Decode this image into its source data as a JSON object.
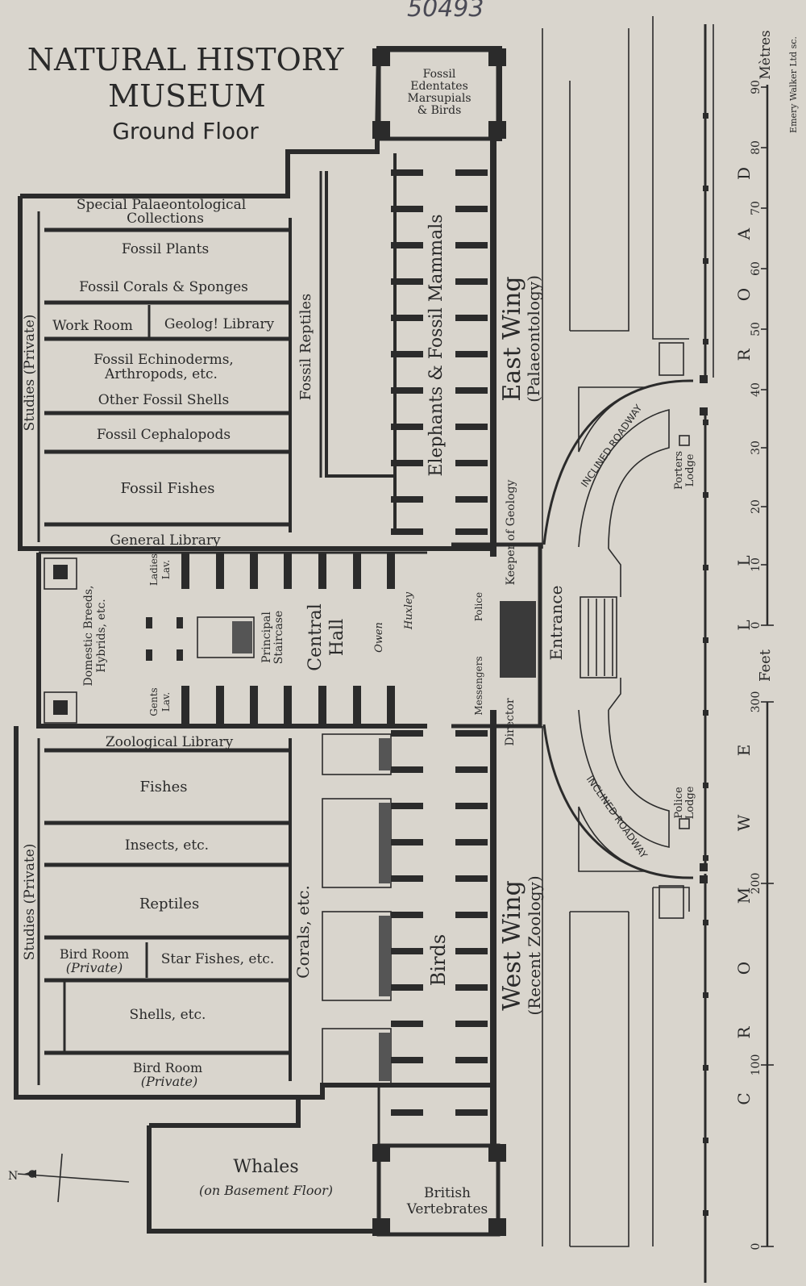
{
  "title": {
    "line1": "NATURAL HISTORY",
    "line2": "MUSEUM",
    "subtitle": "Ground Floor"
  },
  "annotations": {
    "catalogue_number": "50493",
    "engraver": "Emery Walker Ltd sc."
  },
  "rooms": {
    "fossil_edentates": [
      "Fossil",
      "Edentates",
      "Marsupials",
      "& Birds"
    ],
    "special_palaeo": [
      "Special Palaeontological",
      "Collections"
    ],
    "fossil_plants": "Fossil Plants",
    "fossil_corals": "Fossil Corals & Sponges",
    "work_room": "Work Room",
    "geolog_library": "Geolog! Library",
    "fossil_echinoderms": [
      "Fossil Echinoderms,",
      "Arthropods, etc."
    ],
    "other_fossil_shells": "Other Fossil Shells",
    "fossil_cephalopods": "Fossil Cephalopods",
    "fossil_fishes": "Fossil Fishes",
    "general_library": "General Library",
    "fossil_reptiles": "Fossil Reptiles",
    "elephants": "Elephants & Fossil Mammals",
    "east_wing": "East Wing",
    "east_wing_sub": "(Palaeontology)",
    "studies_private": "Studies (Private)",
    "ladies_lav": [
      "Ladies",
      "Lav."
    ],
    "gents_lav": [
      "Gents",
      "Lav."
    ],
    "domestic_breeds": [
      "Domestic Breeds,",
      "Hybrids, etc."
    ],
    "principal_staircase": [
      "Principal",
      "Staircase"
    ],
    "central_hall": [
      "Central",
      "Hall"
    ],
    "owen": "Owen",
    "huxley": "Huxley",
    "keeper_geology": "Keeper of Geology",
    "police": "Police",
    "messengers": "Messengers",
    "director": "Director",
    "entrance": "Entrance",
    "zoological_library": "Zoological Library",
    "fishes": "Fishes",
    "insects": "Insects, etc.",
    "reptiles": "Reptiles",
    "bird_room": "Bird Room",
    "private": "(Private)",
    "star_fishes": "Star Fishes, etc.",
    "shells": "Shells, etc.",
    "corals": "Corals, etc.",
    "birds": "Birds",
    "west_wing": "West Wing",
    "west_wing_sub": "(Recent Zoology)",
    "whales": "Whales",
    "whales_sub": "(on Basement Floor)",
    "british_vertebrates": [
      "British",
      "Vertebrates"
    ],
    "inclined_roadway": "INCLINED ROADWAY",
    "porters_lodge": [
      "Porters",
      "Lodge"
    ],
    "police_lodge": [
      "Police",
      "Lodge"
    ]
  },
  "road": {
    "name": "CROMWELL ROAD",
    "letters_upper": [
      "D",
      "A",
      "O",
      "R"
    ],
    "letters_lower": [
      "L",
      "L",
      "E",
      "W",
      "M",
      "O",
      "R",
      "C"
    ]
  },
  "scale": {
    "metres_label": "Mètres",
    "metres_ticks": [
      "90",
      "80",
      "70",
      "60",
      "50",
      "40",
      "30",
      "20",
      "10",
      "0"
    ],
    "feet_label": "Feet",
    "feet_ticks": [
      "300",
      "200",
      "100",
      "0"
    ]
  },
  "compass": {
    "label": "N"
  }
}
